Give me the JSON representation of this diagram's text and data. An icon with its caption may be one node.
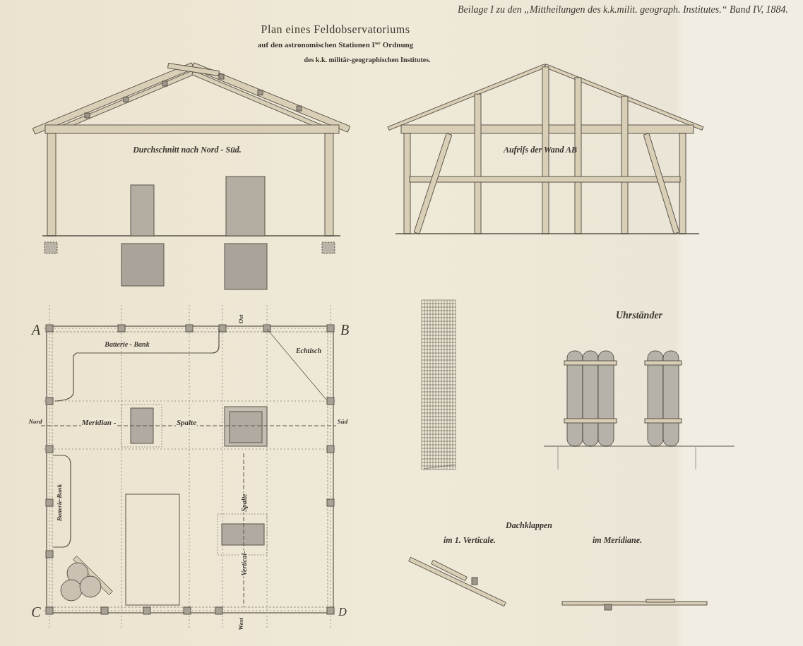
{
  "diagram": {
    "title": "Plan eines Feldobservatoriums",
    "labels": [
      "Beilage I zu den „Mittheilungen des k.k.milit. geograph. Institutes.“ Band IV, 1884.",
      "auf den astronomischen Stationen I$^{ter}$ Ordnung",
      "des k.k. militär-geographischen Institutes.",
      "Durchschnitt nach Nord - Süd.",
      "Aufriſs der Wand AB",
      "Uhrständer",
      "A",
      "Ost",
      "B",
      "Batterie - Bank",
      "Echtisch",
      "Nord",
      "Meridian -",
      "Spalte",
      "Süd",
      "Spalte",
      "Batterie-Bank",
      "Vertical-",
      "C",
      "D",
      "West",
      "Dachklappen",
      "im 1. Verticale.",
      "im Meridiane."
    ]
  }
}
